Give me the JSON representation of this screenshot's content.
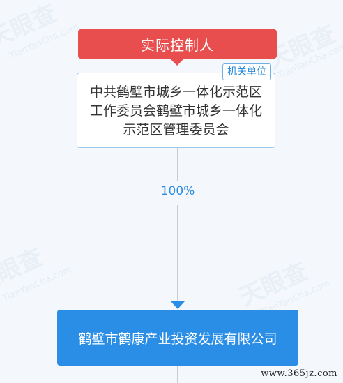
{
  "watermark": {
    "brand": "天眼查",
    "brand_latin": "TianYanCha.com"
  },
  "controller": {
    "banner_label": "实际控制人",
    "tag": "机关单位",
    "name": "中共鹤壁市城乡一体化示范区工作委员会鹤壁市城乡一体化示范区管理委员会"
  },
  "relation": {
    "percent": "100%"
  },
  "company": {
    "name": "鹤壁市鹤康产业投资发展有限公司"
  },
  "footer": {
    "site": "www.365jz.com"
  },
  "colors": {
    "controller_red": "#e84e4e",
    "company_blue": "#2a8ee6",
    "percent_blue": "#2e8be0",
    "tag_blue": "#2b8ad8"
  }
}
